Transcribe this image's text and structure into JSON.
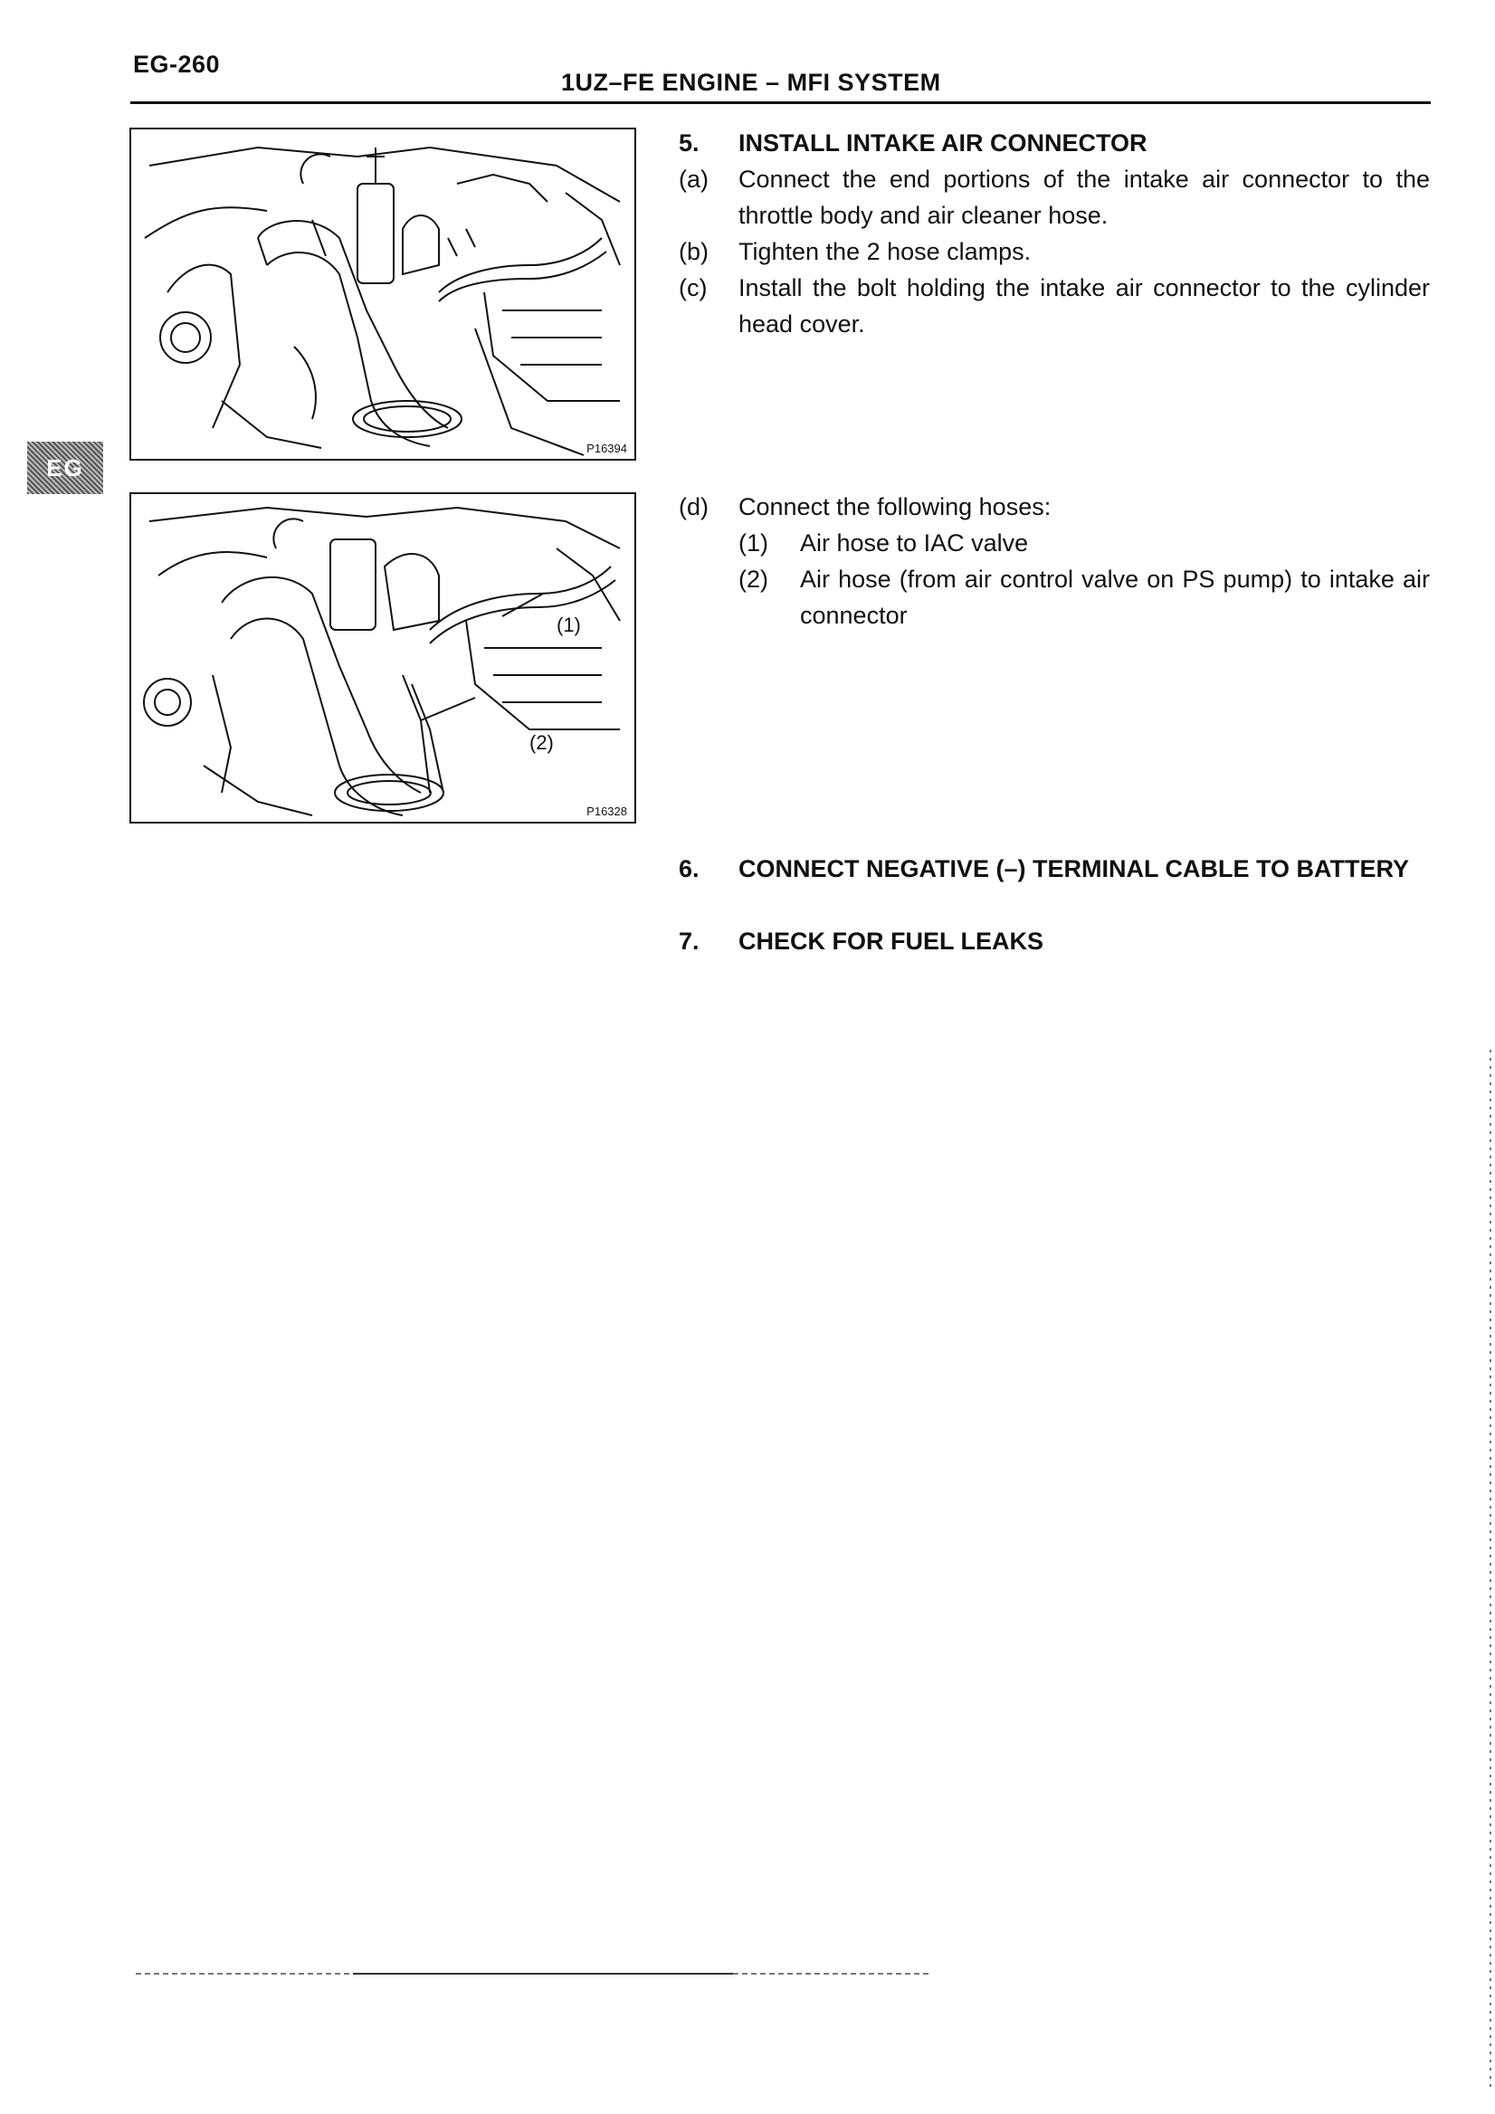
{
  "header": {
    "page_number": "EG-260",
    "section_title": "1UZ–FE ENGINE – MFI SYSTEM"
  },
  "side_tab": {
    "label": "EG"
  },
  "figures": [
    {
      "id": "P16394",
      "callouts": []
    },
    {
      "id": "P16328",
      "callouts": [
        "(1)",
        "(2)"
      ]
    }
  ],
  "steps": {
    "s5": {
      "num": "5.",
      "title": "INSTALL INTAKE AIR CONNECTOR",
      "a": {
        "label": "(a)",
        "text": "Connect the end portions of the intake air connector to the throttle body and air cleaner hose."
      },
      "b": {
        "label": "(b)",
        "text": "Tighten the 2 hose clamps."
      },
      "c": {
        "label": "(c)",
        "text": "Install the bolt holding the intake air connector to the cylinder head cover."
      },
      "d": {
        "label": "(d)",
        "text": "Connect the following hoses:",
        "items": [
          {
            "label": "(1)",
            "text": "Air hose to IAC valve"
          },
          {
            "label": "(2)",
            "text": "Air hose (from air control valve on PS pump) to intake air connector"
          }
        ]
      }
    },
    "s6": {
      "num": "6.",
      "title": "CONNECT NEGATIVE (–) TERMINAL CABLE TO BATTERY"
    },
    "s7": {
      "num": "7.",
      "title": "CHECK FOR FUEL LEAKS"
    }
  }
}
